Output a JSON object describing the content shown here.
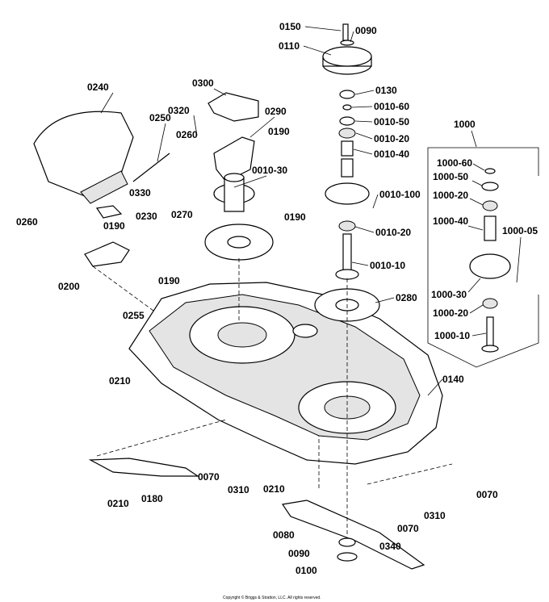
{
  "diagram": {
    "labels": [
      "0150",
      "0090",
      "0110",
      "0130",
      "0010-60",
      "0010-50",
      "0010-20",
      "0010-40",
      "0010-30",
      "0010-100",
      "0010-20",
      "0010-10",
      "0280",
      "0190",
      "0190",
      "0300",
      "0320",
      "0290",
      "0240",
      "0250",
      "0260",
      "0260",
      "0330",
      "0190",
      "0230",
      "0270",
      "0200",
      "0190",
      "0255",
      "0210",
      "0140",
      "0070",
      "0310",
      "0210",
      "0180",
      "0210",
      "0080",
      "0340",
      "0090",
      "0100",
      "0070",
      "0310",
      "0070"
    ],
    "kit": {
      "title": "1000",
      "labels": [
        "1000-60",
        "1000-50",
        "1000-20",
        "1000-40",
        "1000-05",
        "1000-30",
        "1000-20",
        "1000-10"
      ]
    },
    "copyright": "Copyright © Briggs & Stratton, LLC. All rights reserved."
  }
}
